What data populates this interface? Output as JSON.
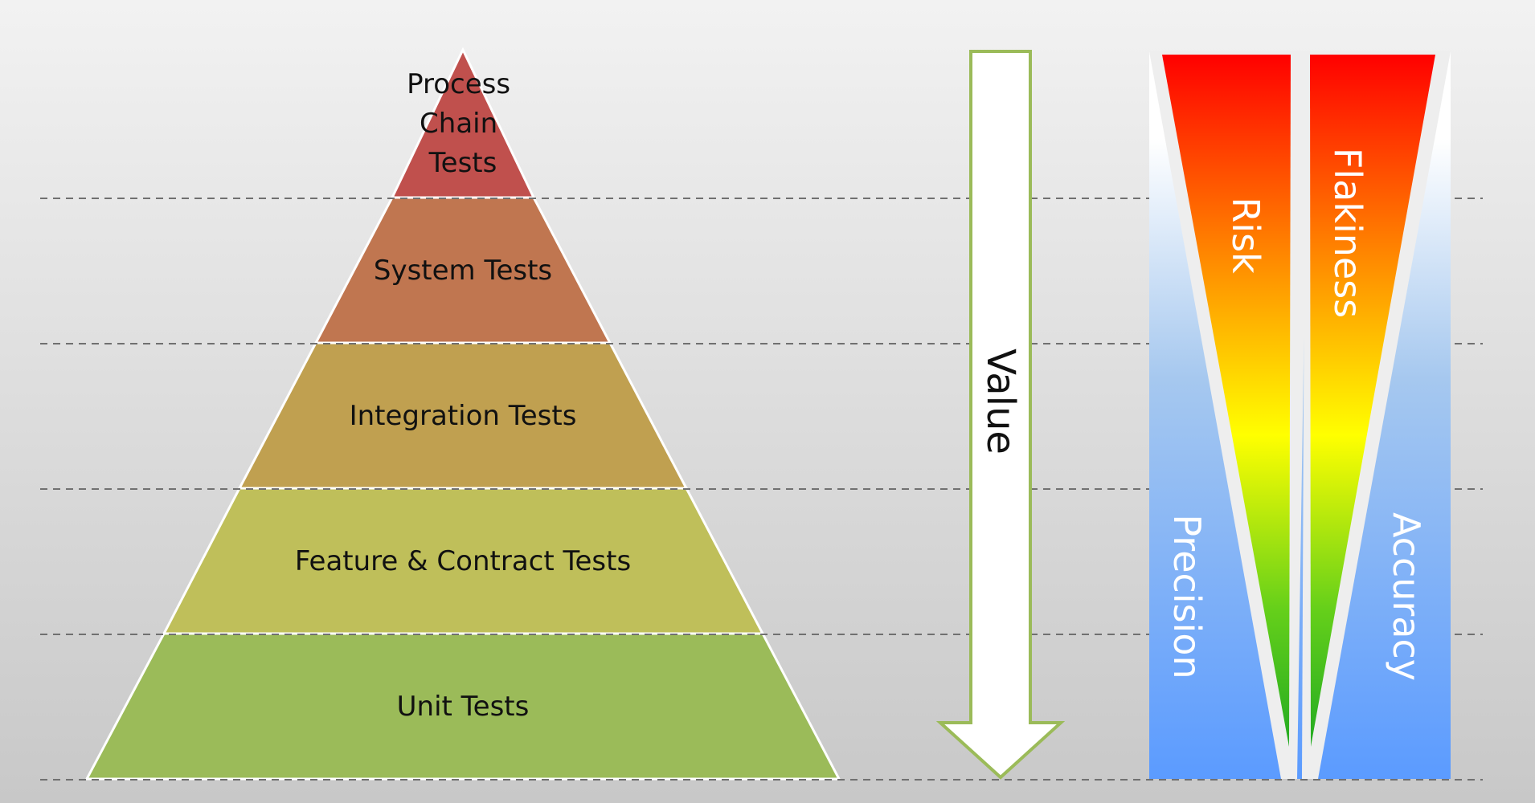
{
  "pyramid": {
    "levels": [
      {
        "label_lines": [
          "Process",
          "Chain",
          "Tests"
        ],
        "color": "#c0504d"
      },
      {
        "label_lines": [
          "System Tests"
        ],
        "color": "#c07650"
      },
      {
        "label_lines": [
          "Integration Tests"
        ],
        "color": "#c0a050"
      },
      {
        "label_lines": [
          "Feature & Contract Tests"
        ],
        "color": "#bfbf5a"
      },
      {
        "label_lines": [
          "Unit Tests"
        ],
        "color": "#9bbb59"
      }
    ]
  },
  "value_arrow": {
    "label": "Value",
    "stroke": "#9bbb59"
  },
  "risk_scale": {
    "risk_label": "Risk",
    "flakiness_label": "Flakiness",
    "precision_label": "Precision",
    "accuracy_label": "Accuracy",
    "hot_gradient": [
      "#ff0000",
      "#ff8c00",
      "#ffff00",
      "#66d01a",
      "#22aa22"
    ],
    "cool_gradient": [
      "#ffffff",
      "#a6c8ef",
      "#5b9bff"
    ]
  }
}
